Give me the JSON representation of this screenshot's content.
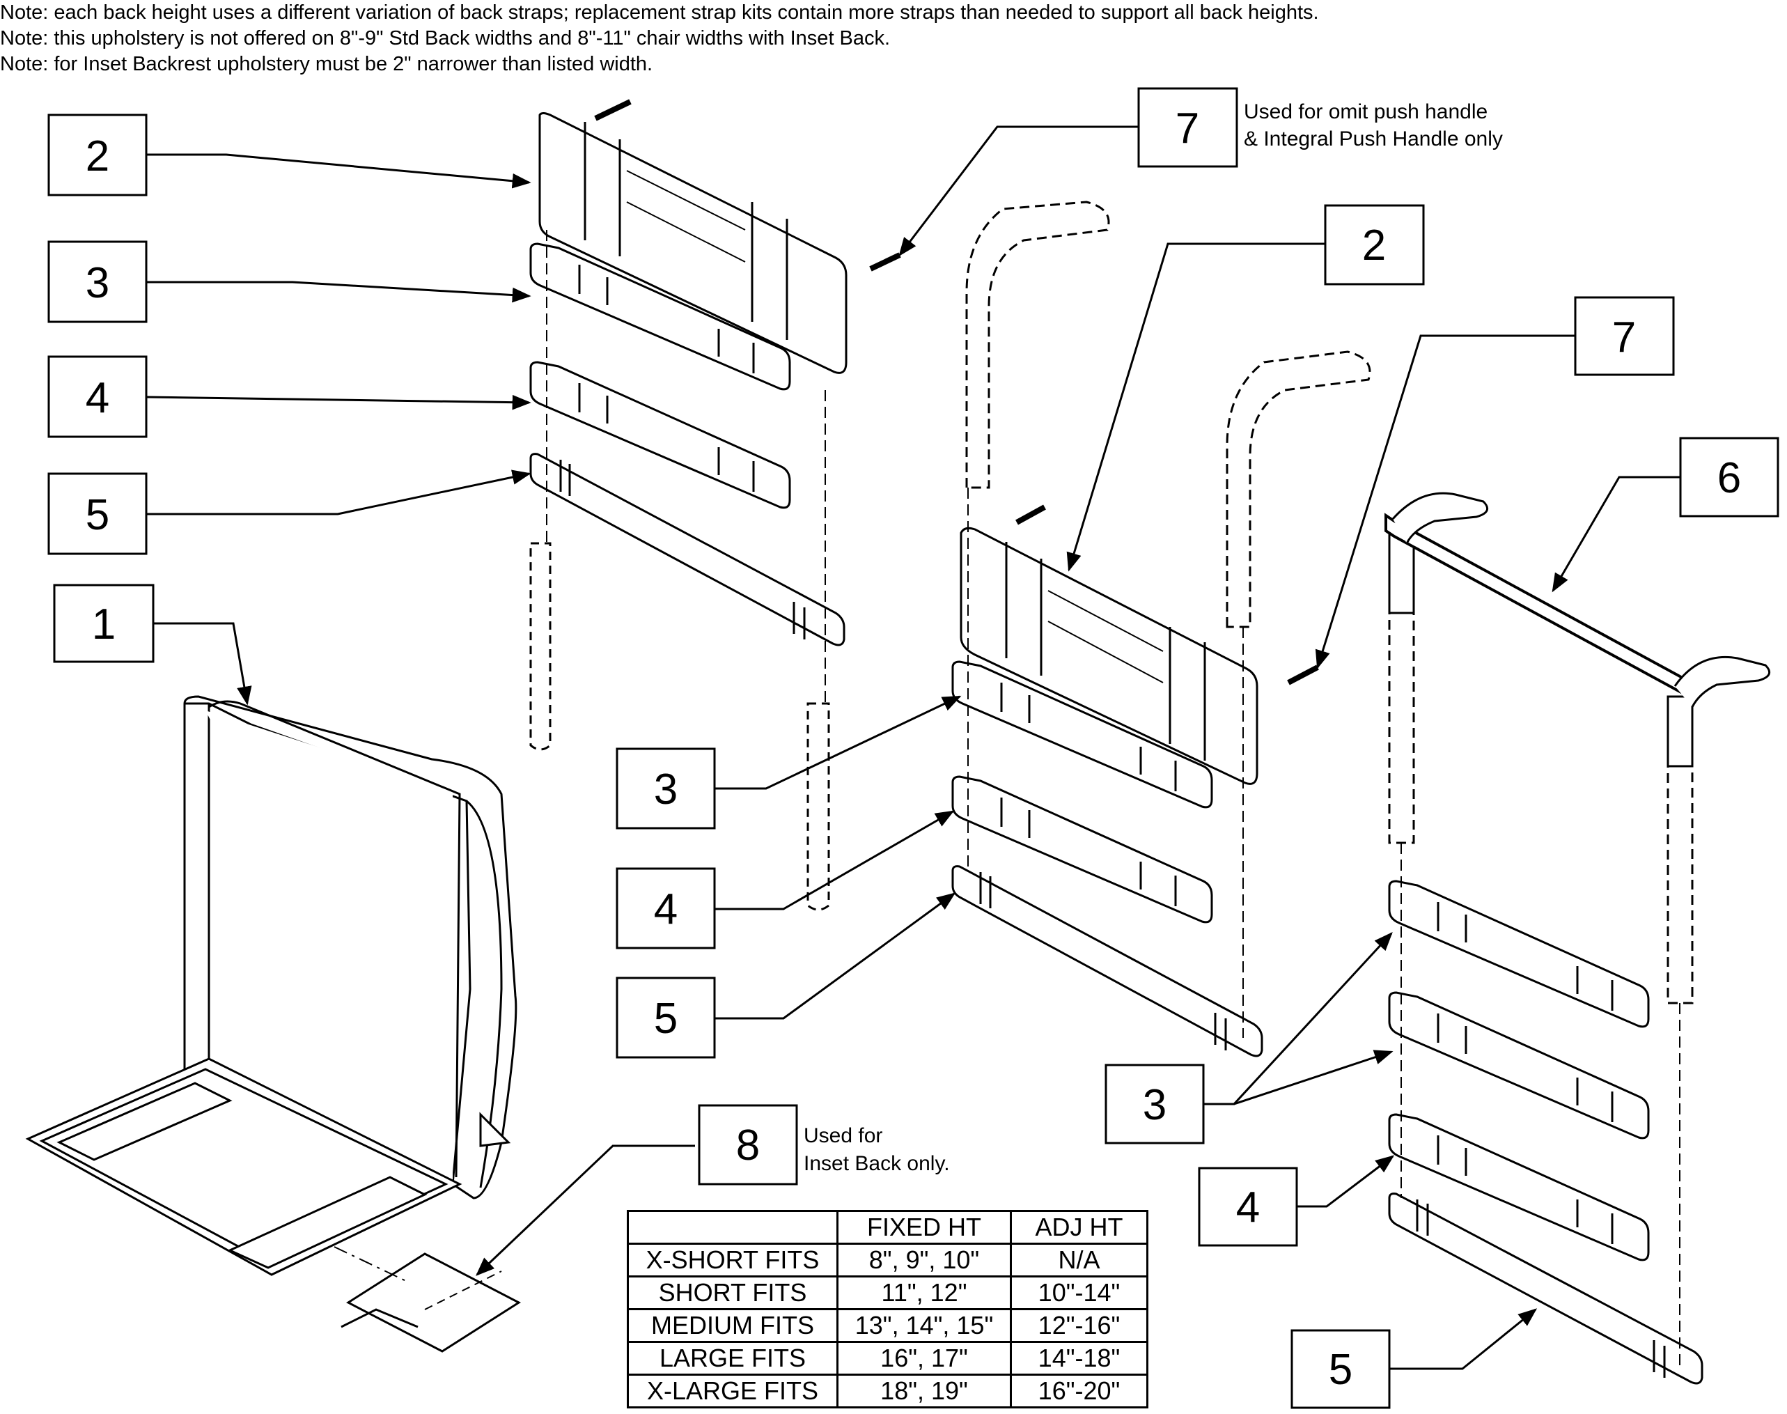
{
  "notes": [
    "Note: each back height uses a different variation of back straps; replacement strap kits contain more straps than needed to support all back heights.",
    "Note: this upholstery is not offered on 8\"-9\" Std Back widths and 8\"-11\" chair widths with Inset Back.",
    "Note: for Inset Backrest upholstery must be 2\" narrower than listed width."
  ],
  "callouts": {
    "left_2": "2",
    "left_3": "3",
    "left_4": "4",
    "left_5": "5",
    "left_1": "1",
    "mid_7": "7",
    "mid_2": "2",
    "mid_3": "3",
    "mid_4": "4",
    "mid_5": "5",
    "right_7": "7",
    "right_6": "6",
    "right_3": "3",
    "right_4": "4",
    "right_5": "5",
    "bottom_8": "8"
  },
  "annotations": {
    "item7_line1": "Used for omit push handle",
    "item7_line2": "& Integral Push Handle only",
    "item8_line1": "Used for",
    "item8_line2": "Inset Back only."
  },
  "size_table": {
    "headers": [
      "",
      "FIXED HT",
      "ADJ HT"
    ],
    "rows": [
      [
        "X-SHORT FITS",
        "8\", 9\", 10\"",
        "N/A"
      ],
      [
        "SHORT FITS",
        "11\", 12\"",
        "10\"-14\""
      ],
      [
        "MEDIUM FITS",
        "13\", 14\", 15\"",
        "12\"-16\""
      ],
      [
        "LARGE FITS",
        "16\", 17\"",
        "14\"-18\""
      ],
      [
        "X-LARGE FITS",
        "18\", 19\"",
        "16\"-20\""
      ]
    ]
  }
}
